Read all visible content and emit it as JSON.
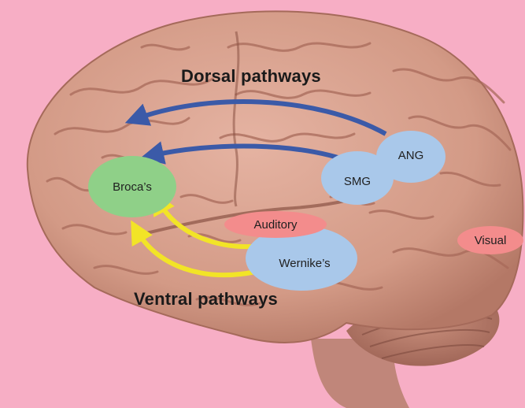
{
  "labels": {
    "dorsal": "Dorsal pathways",
    "ventral": "Ventral pathways"
  },
  "regions": {
    "brocas": "Broca’s",
    "ang": "ANG",
    "smg": "SMG",
    "auditory": "Auditory",
    "wernikes": "Wernike’s",
    "visual": "Visual"
  },
  "colors": {
    "background": "#f7aec5",
    "brain": "#d8a08c",
    "brain_shadow": "#b9786a",
    "dorsal_arrow": "#3b5aa8",
    "ventral_arrow": "#f2e427",
    "brocas_fill": "#8fd088",
    "blue_region_fill": "#a9c8ea",
    "red_region_fill": "#f38c8c"
  }
}
